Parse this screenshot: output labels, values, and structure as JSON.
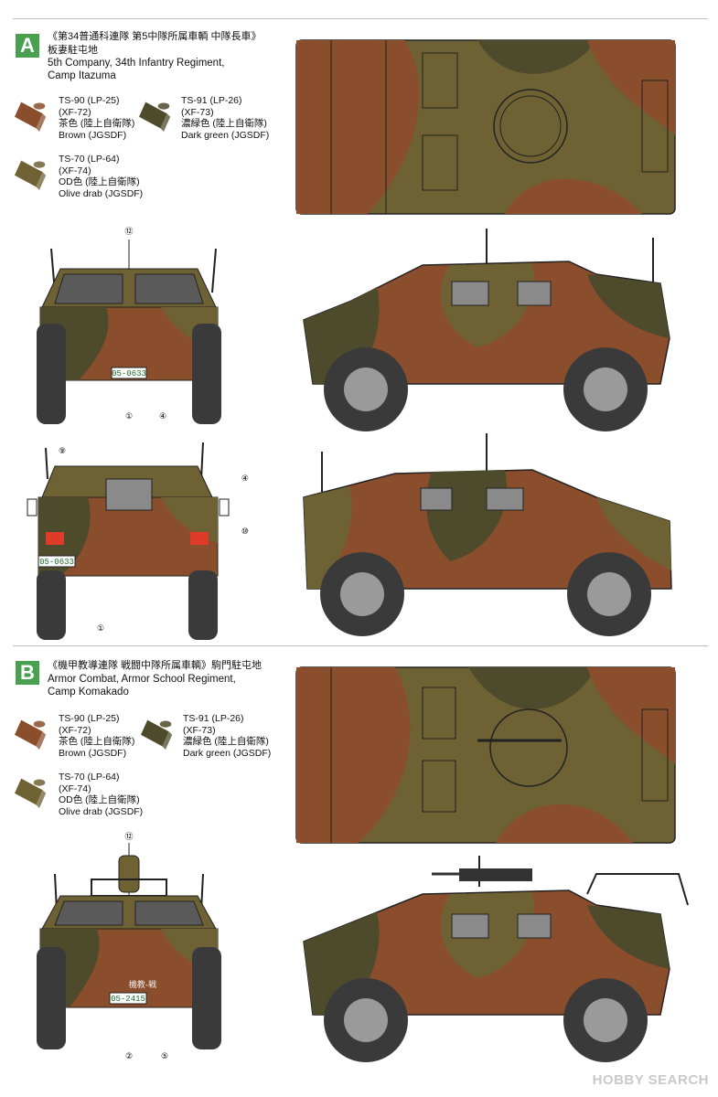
{
  "colors": {
    "brown": "#8b4e2c",
    "dark_green": "#4e4a2c",
    "olive_drab": "#6e6234",
    "accent": "#49a04f",
    "rule": "#bdbdbd",
    "tire": "#3a3a3a",
    "hub": "#9a9a9a"
  },
  "icons": [
    "paint-tin-icon",
    "vehicle-top-view",
    "vehicle-side-view",
    "vehicle-front-view",
    "vehicle-rear-view"
  ],
  "section_a": {
    "letter": "A",
    "title_jp": "《第34普通科連隊 第5中隊所属車輌 中隊長車》",
    "location_jp": "板妻駐屯地",
    "title_en_1": "5th Company, 34th Infantry Regiment,",
    "title_en_2": "Camp Itazuma",
    "paints": [
      {
        "code": "TS-90 (LP-25)",
        "ref": "(XF-72)",
        "name_jp": "茶色 (陸上自衛隊)",
        "name_en": "Brown (JGSDF)"
      },
      {
        "code": "TS-91 (LP-26)",
        "ref": "(XF-73)",
        "name_jp": "濃緑色 (陸上自衛隊)",
        "name_en": "Dark green (JGSDF)"
      },
      {
        "code": "TS-70 (LP-64)",
        "ref": "(XF-74)",
        "name_jp": "OD色 (陸上自衛隊)",
        "name_en": "Olive drab (JGSDF)"
      }
    ],
    "front_plate": "05-0633",
    "rear_plate": "05-0633",
    "front_callouts": [
      "⑫",
      "①",
      "④"
    ],
    "rear_callouts": [
      "⑨",
      "④",
      "⑩",
      "①"
    ]
  },
  "section_b": {
    "letter": "B",
    "title_jp": "《機甲教導連隊 戦闘中隊所属車輌》駒門駐屯地",
    "title_en_1": "Armor Combat, Armor School Regiment,",
    "title_en_2": "Camp Komakado",
    "paints": [
      {
        "code": "TS-90 (LP-25)",
        "ref": "(XF-72)",
        "name_jp": "茶色 (陸上自衛隊)",
        "name_en": "Brown (JGSDF)"
      },
      {
        "code": "TS-91 (LP-26)",
        "ref": "(XF-73)",
        "name_jp": "濃緑色 (陸上自衛隊)",
        "name_en": "Dark green (JGSDF)"
      },
      {
        "code": "TS-70 (LP-64)",
        "ref": "(XF-74)",
        "name_jp": "OD色 (陸上自衛隊)",
        "name_en": "Olive drab (JGSDF)"
      }
    ],
    "front_plate": "05-2415",
    "front_marking": "機教-戦",
    "front_callouts": [
      "⑫",
      "②",
      "⑤"
    ]
  },
  "watermark": "HOBBY SEARCH"
}
